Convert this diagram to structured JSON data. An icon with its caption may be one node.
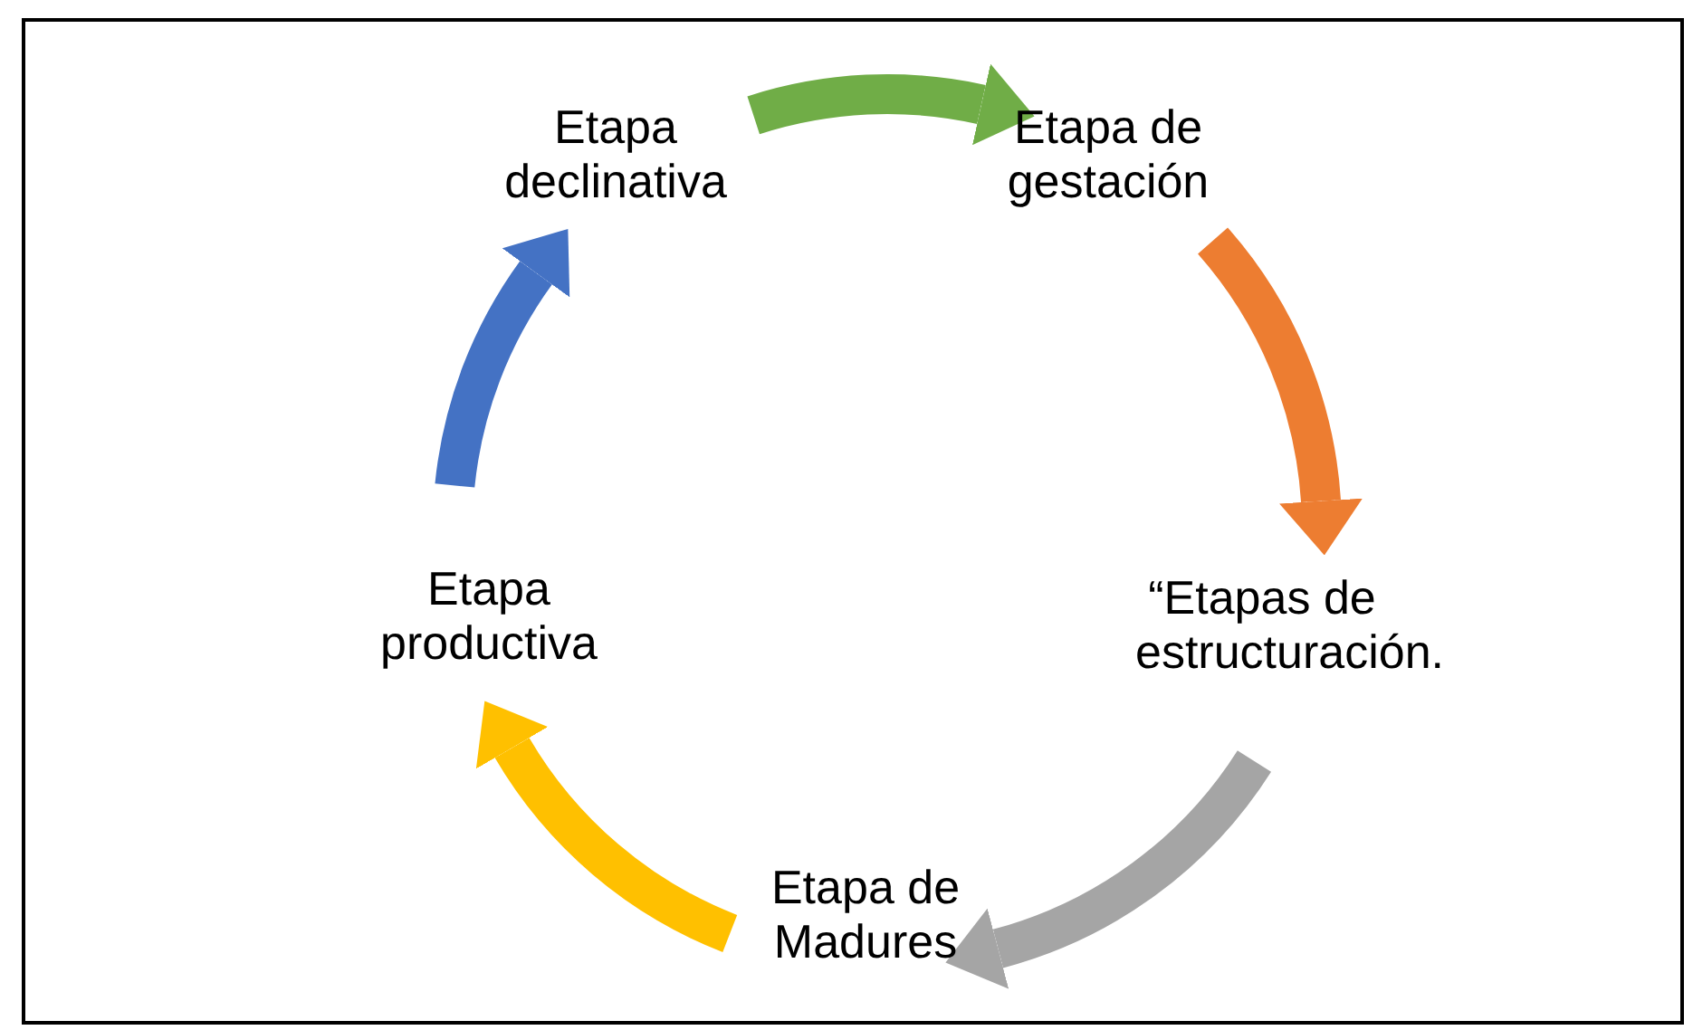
{
  "diagram": {
    "nodes": [
      {
        "text": [
          "Etapa declinativa"
        ]
      },
      {
        "text": [
          "Etapa de gestación"
        ]
      },
      {
        "text": [
          "“Etapas de estructuración."
        ]
      },
      {
        "text": [
          "Etapa de Madures"
        ]
      },
      {
        "text": [
          "Etapa productiva"
        ]
      }
    ],
    "edges": [
      {
        "from": 0,
        "to": 1,
        "arrow": "to",
        "color": "#70ad47"
      },
      {
        "from": 1,
        "to": 2,
        "arrow": "to",
        "color": "#ed7d31"
      },
      {
        "from": 2,
        "to": 3,
        "arrow": "to",
        "color": "#a5a5a5"
      },
      {
        "from": 3,
        "to": 4,
        "arrow": "to",
        "color": "#ffc000"
      },
      {
        "from": 4,
        "to": 0,
        "arrow": "to",
        "color": "#4472c4"
      }
    ]
  }
}
